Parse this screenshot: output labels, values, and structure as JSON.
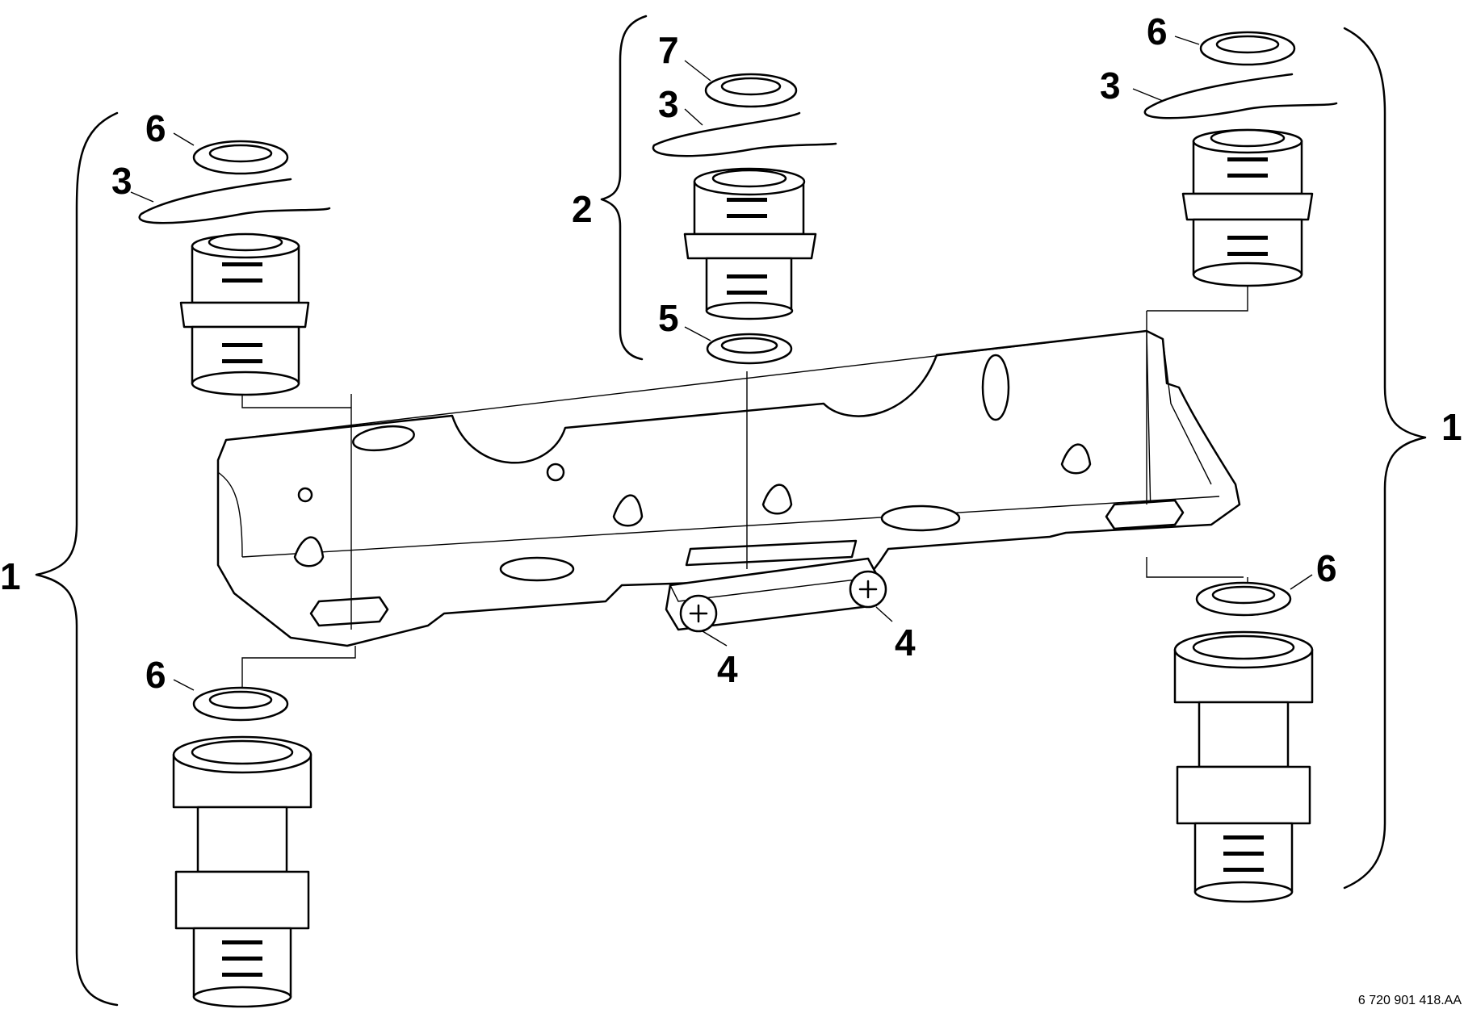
{
  "drawing_code": "6 720 901 418.AA",
  "callouts": {
    "left_group": "1",
    "right_group": "1",
    "center_group": "2",
    "left_washer_top": "6",
    "left_clip": "3",
    "left_washer_bottom": "6",
    "center_washer_top": "7",
    "center_clip": "3",
    "center_washer_bottom": "5",
    "right_washer_top": "6",
    "right_clip": "3",
    "right_washer_bottom": "6",
    "screw_left": "4",
    "screw_right": "4"
  }
}
